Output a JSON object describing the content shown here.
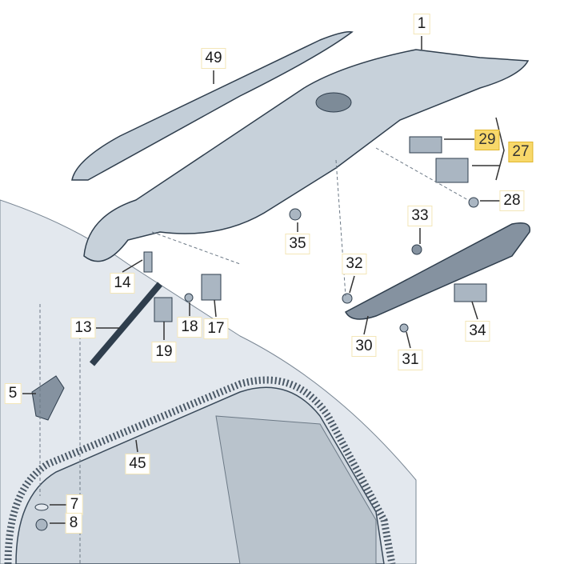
{
  "diagram": {
    "title": "Rear lid parts diagram",
    "highlight_color": "#f8d86a",
    "labels": [
      {
        "id": "1",
        "text": "1",
        "highlighted": false
      },
      {
        "id": "49",
        "text": "49",
        "highlighted": false
      },
      {
        "id": "29",
        "text": "29",
        "highlighted": true
      },
      {
        "id": "27",
        "text": "27",
        "highlighted": true
      },
      {
        "id": "28",
        "text": "28",
        "highlighted": false
      },
      {
        "id": "33",
        "text": "33",
        "highlighted": false
      },
      {
        "id": "35",
        "text": "35",
        "highlighted": false
      },
      {
        "id": "14",
        "text": "14",
        "highlighted": false
      },
      {
        "id": "32",
        "text": "32",
        "highlighted": false
      },
      {
        "id": "13",
        "text": "13",
        "highlighted": false
      },
      {
        "id": "18",
        "text": "18",
        "highlighted": false
      },
      {
        "id": "17",
        "text": "17",
        "highlighted": false
      },
      {
        "id": "19",
        "text": "19",
        "highlighted": false
      },
      {
        "id": "30",
        "text": "30",
        "highlighted": false
      },
      {
        "id": "31",
        "text": "31",
        "highlighted": false
      },
      {
        "id": "34",
        "text": "34",
        "highlighted": false
      },
      {
        "id": "5",
        "text": "5",
        "highlighted": false
      },
      {
        "id": "45",
        "text": "45",
        "highlighted": false
      },
      {
        "id": "7",
        "text": "7",
        "highlighted": false
      },
      {
        "id": "8",
        "text": "8",
        "highlighted": false
      }
    ]
  }
}
